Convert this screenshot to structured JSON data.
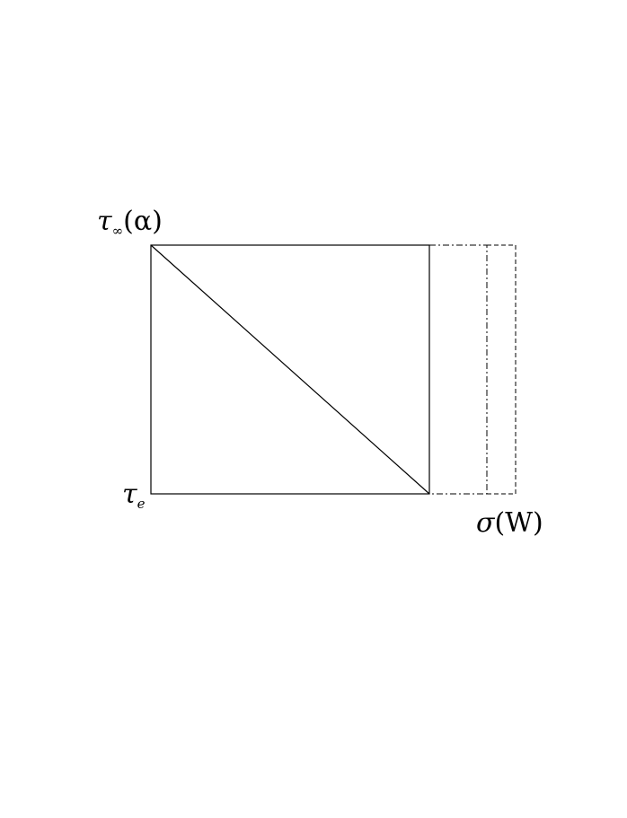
{
  "diagram": {
    "labels": {
      "top_left": {
        "symbol": "τ",
        "subscript": "∞",
        "argument": "(α)"
      },
      "bottom_left": {
        "symbol": "τ",
        "subscript": "e"
      },
      "bottom_right": {
        "symbol": "σ",
        "argument": "(W)"
      }
    },
    "colors": {
      "stroke": "#000000",
      "background": "#ffffff"
    }
  }
}
